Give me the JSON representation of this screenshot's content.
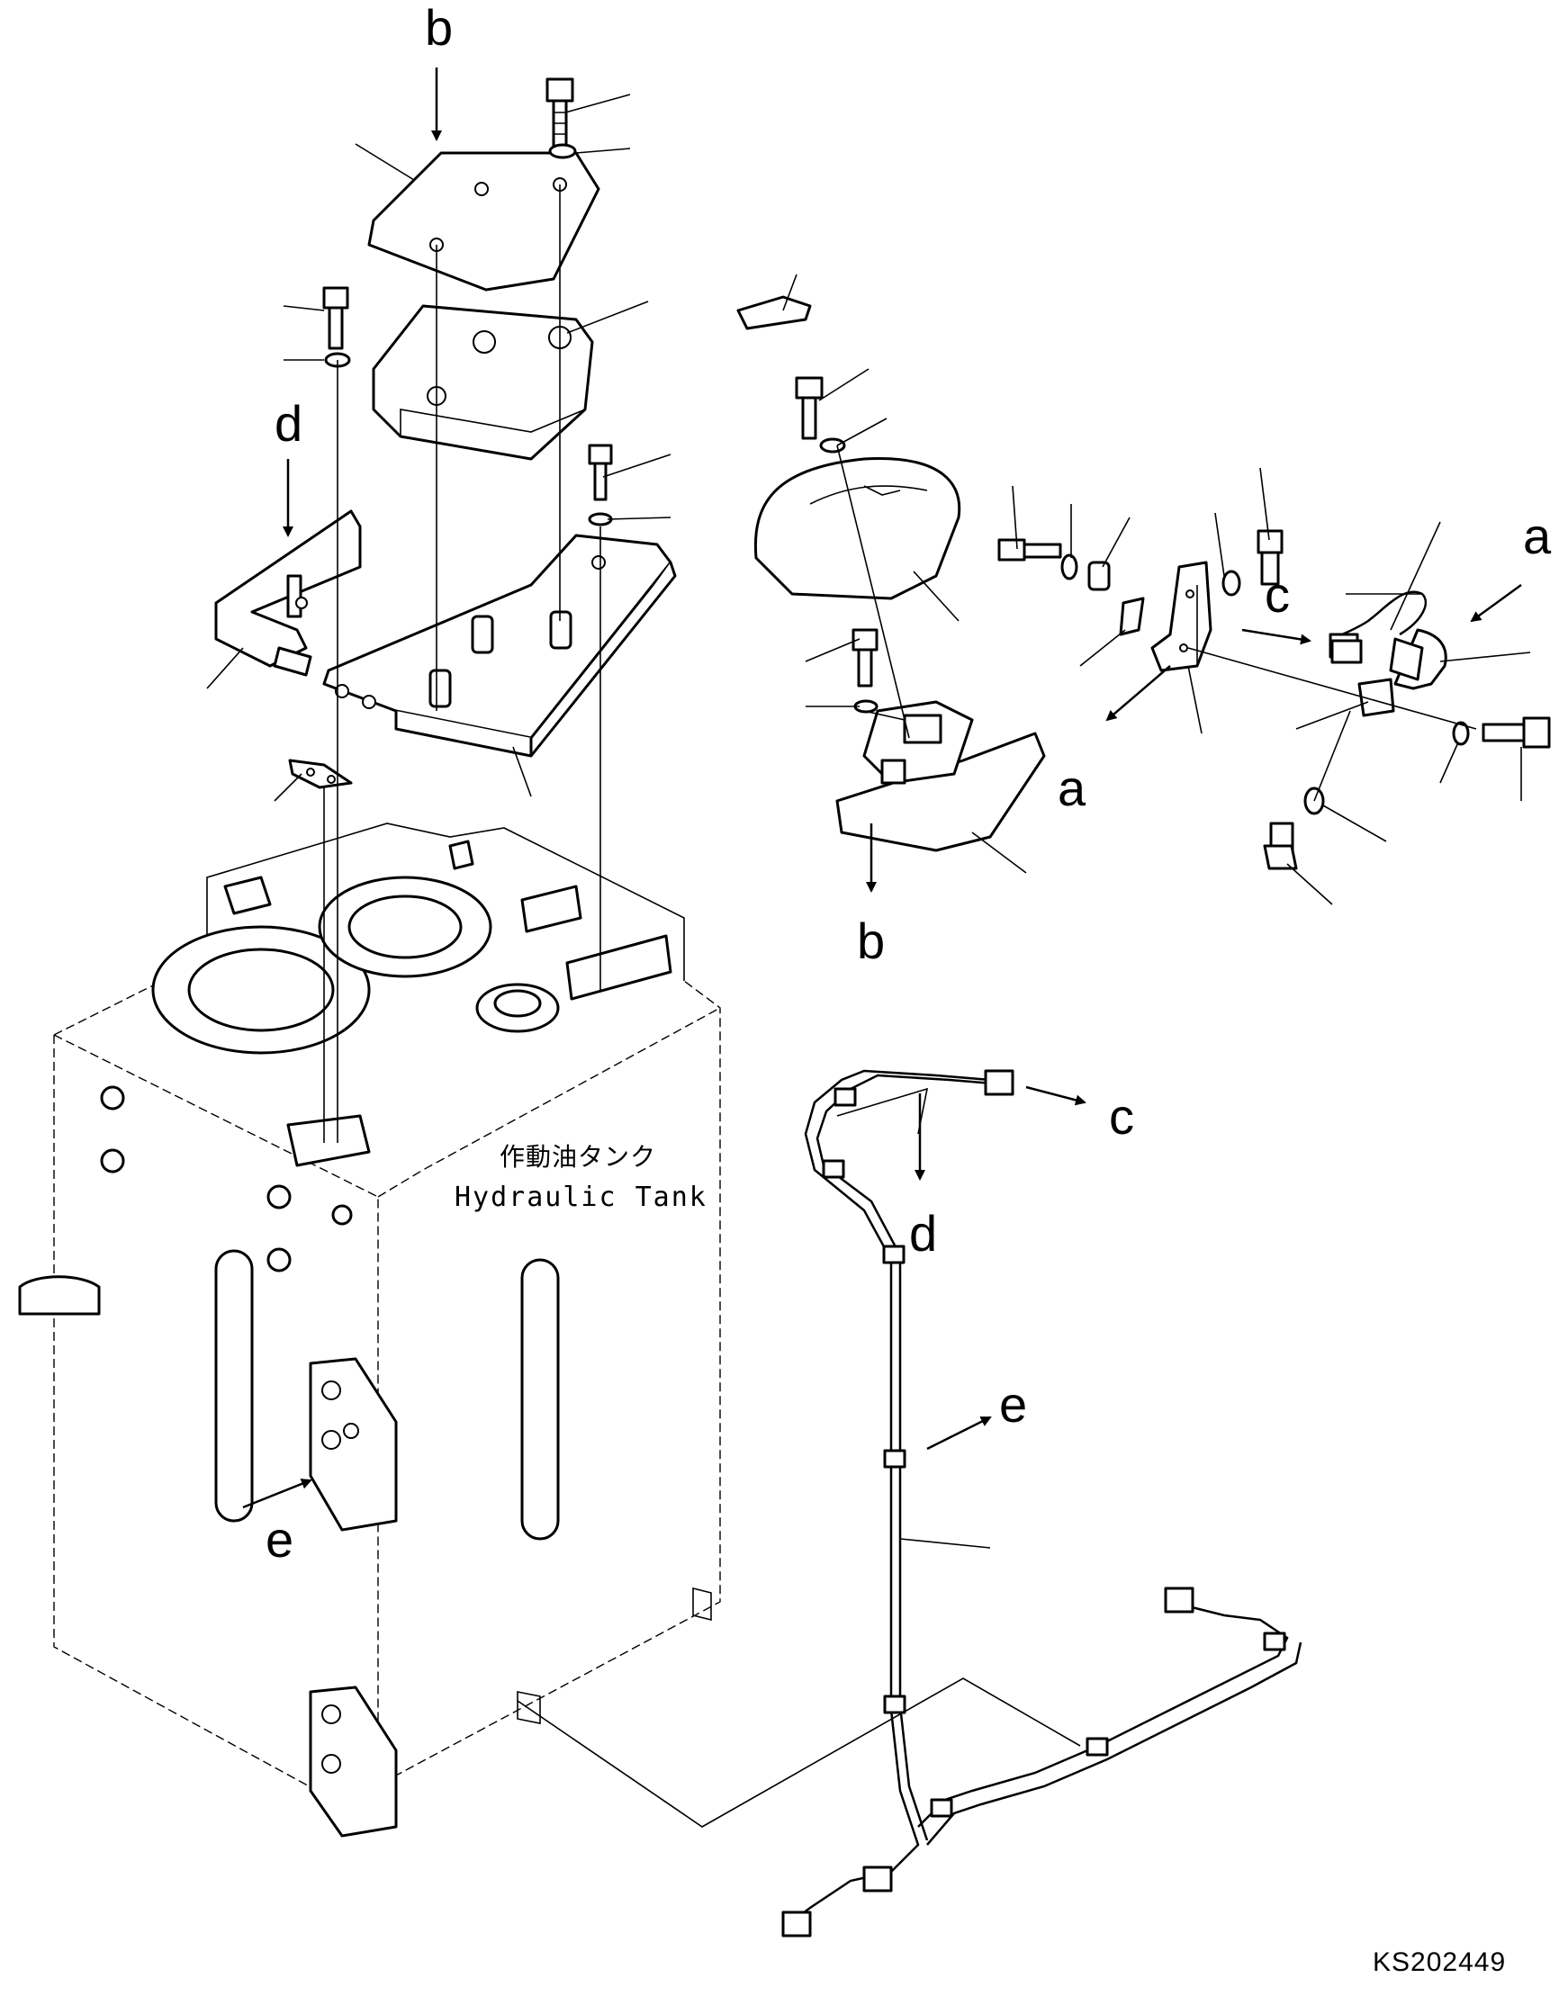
{
  "callouts": {
    "b_top": "b",
    "b_bottom": "b",
    "a_right": "a",
    "a_mid": "a",
    "c_top": "c",
    "c_harness": "c",
    "d_left": "d",
    "d_harness": "d",
    "e_tank": "e",
    "e_harness": "e"
  },
  "tank_label": {
    "japanese": "作動油タンク",
    "english": "Hydraulic Tank"
  },
  "figure_id": "KS202449"
}
